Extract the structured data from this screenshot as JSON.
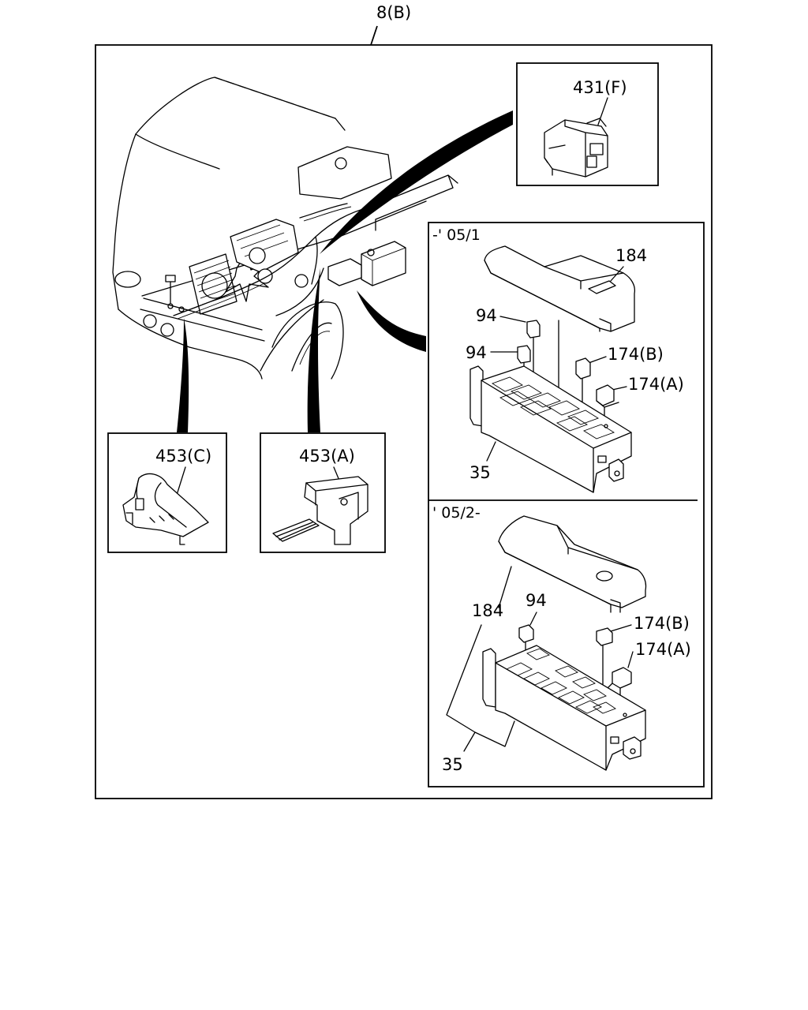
{
  "diagram": {
    "main_label": "8(B)",
    "callouts": {
      "connector_f": "431(F)",
      "cover_c": "453(C)",
      "cover_a": "453(A)"
    },
    "variant_1": {
      "period": "-' 05/1",
      "parts": {
        "cover": "184",
        "fuse_top": "94",
        "fuse_bottom": "94",
        "relay_b": "174(B)",
        "relay_a": "174(A)",
        "box": "35"
      }
    },
    "variant_2": {
      "period": "' 05/2-",
      "parts": {
        "cover": "184",
        "fuse": "94",
        "relay_b": "174(B)",
        "relay_a": "174(A)",
        "box": "35"
      }
    }
  }
}
